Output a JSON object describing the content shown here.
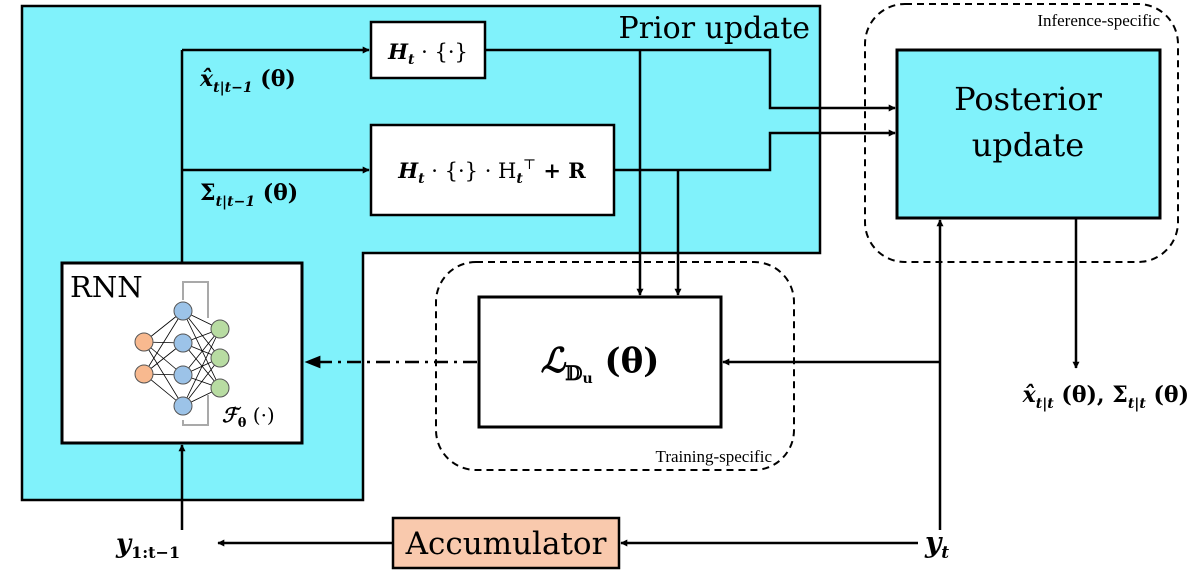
{
  "colors": {
    "cyan": "#80f2fb",
    "accumulator": "#f9c9ad",
    "stroke": "#000000",
    "neuron_orange": "#f8b98f",
    "neuron_blue": "#9cc3e8",
    "neuron_green": "#b8dca2",
    "recurrent_gray": "#a9a9a9"
  },
  "labels": {
    "prior_update": "Prior update",
    "inference_specific": "Inference-specific",
    "training_specific": "Training-specific",
    "posterior_line1": "Posterior",
    "posterior_line2": "update",
    "rnn": "RNN",
    "accumulator": "Accumulator"
  },
  "math": {
    "h_x": "H",
    "h_x_sub": "t",
    "h_x_rest": " · {·}",
    "h_sigma": "H",
    "h_sigma_sub": "t",
    "h_sigma_mid": " · {·} · H",
    "h_sigma_sub2": "t",
    "h_sigma_sup": "⊤",
    "h_sigma_end": " + R",
    "x_prior": "x̂",
    "x_prior_sub": "t|t−1",
    "x_prior_arg": " (θ)",
    "sigma_prior": "Σ",
    "sigma_prior_sub": "t|t−1",
    "sigma_prior_arg": " (θ)",
    "loss": "ℒ",
    "loss_sub": "𝔻",
    "loss_sub2": "u",
    "loss_arg": " (θ)",
    "f_theta": "ℱ",
    "f_theta_sub": "θ",
    "f_theta_arg": " (·)",
    "posterior_out_x": "x̂",
    "posterior_out_x_sub": "t|t",
    "posterior_out_x_arg": " (θ), ",
    "posterior_out_s": "Σ",
    "posterior_out_s_sub": "t|t",
    "posterior_out_s_arg": " (θ)",
    "y_hist": "y",
    "y_hist_sub": "1:t−1",
    "y_t": "y",
    "y_t_sub": "t"
  }
}
